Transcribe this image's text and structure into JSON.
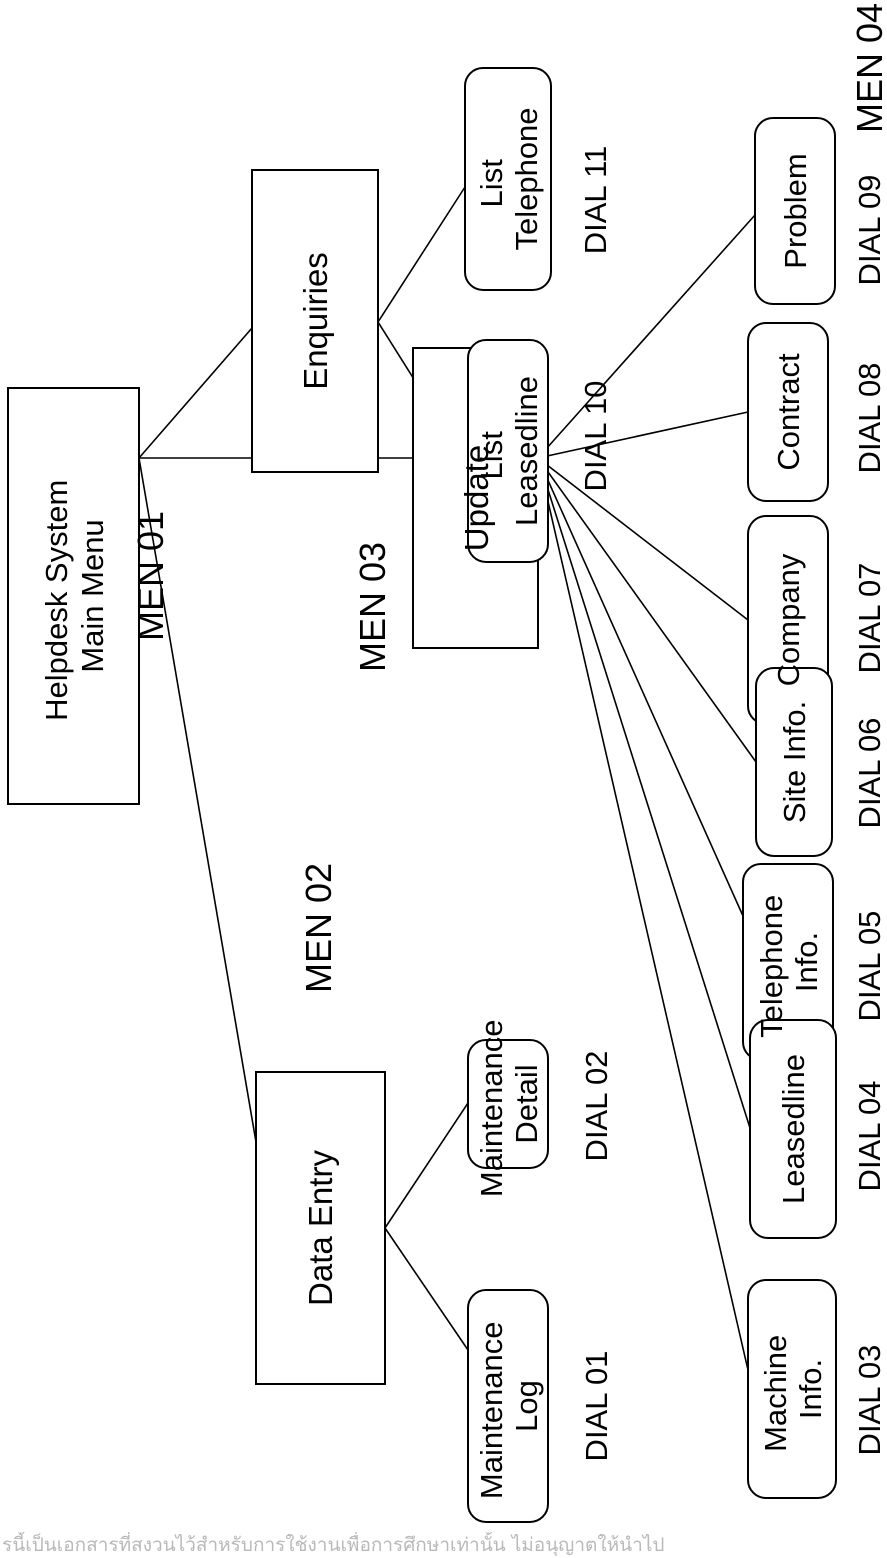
{
  "nodes": {
    "main": [
      "Helpdesk  System",
      "Main Menu"
    ],
    "data_entry": [
      "Data Entry"
    ],
    "update": [
      "Update"
    ],
    "enquiries": [
      "Enquiries"
    ],
    "maint_log": [
      "Maintenance",
      "Log"
    ],
    "maint_detail": [
      "Maintenance",
      "Detail"
    ],
    "machine": [
      "Machine",
      "Info."
    ],
    "leasedline": [
      "Leasedline"
    ],
    "telephone": [
      "Telephone",
      "Info."
    ],
    "site": [
      "Site Info."
    ],
    "company": [
      "Company"
    ],
    "contract": [
      "Contract"
    ],
    "problem": [
      "Problem"
    ],
    "list_leasedline": [
      "List",
      "Leasedline"
    ],
    "list_telephone": [
      "List",
      "Telephone"
    ]
  },
  "labels": {
    "men01": "MEN 01",
    "men02": "MEN 02",
    "men03": "MEN 03",
    "men04": "MEN 04",
    "dial01": "DIAL 01",
    "dial02": "DIAL 02",
    "dial03": "DIAL 03",
    "dial04": "DIAL 04",
    "dial05": "DIAL 05",
    "dial06": "DIAL 06",
    "dial07": "DIAL 07",
    "dial08": "DIAL 08",
    "dial09": "DIAL 09",
    "dial10": "DIAL 10",
    "dial11": "DIAL 11"
  },
  "footer": "รนี้เป็นเอกสารที่สงวนไว้สำหรับการใช้งานเพื่อการศึกษาเท่านั้น ไม่อนุญาตให้นำไป"
}
